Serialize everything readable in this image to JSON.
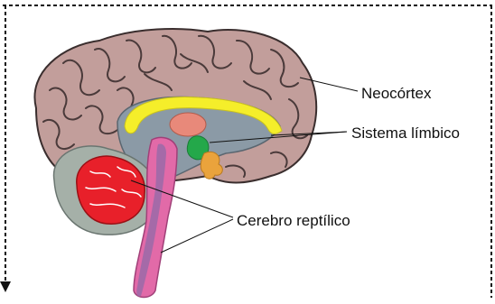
{
  "labels": {
    "neocortex": "Neocórtex",
    "limbic": "Sistema límbico",
    "reptilian": "Cerebro reptílico"
  },
  "colors": {
    "cortex": "#c29e9b",
    "cortex_folds": "#4a3a3a",
    "cortex_outline": "#3a2e2e",
    "inner_gray": "#8b9aa6",
    "corpus_callosum": "#f5ee2a",
    "thalamus": "#e8897a",
    "hippocampus_green": "#24a84a",
    "amygdala_orange": "#eaa33c",
    "cerebellum_red": "#e8202a",
    "cerebellum_pale": "#a5b0a8",
    "brainstem_pink": "#e26aa8",
    "brainstem_violet": "#9a6aa8",
    "border": "#111111"
  }
}
